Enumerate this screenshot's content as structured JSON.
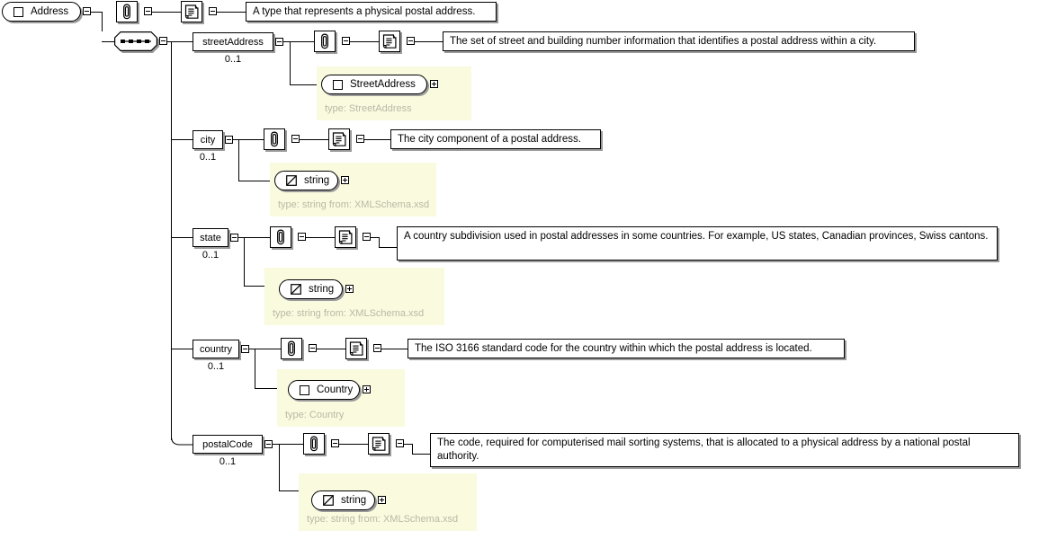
{
  "diagram": {
    "kind": "xml-schema-diagram",
    "root": {
      "name": "Address",
      "glyph": "complex-type-square",
      "annotation_icon": "paperclip-icon",
      "documentation_icon": "documentation-icon",
      "documentation": "A type that represents a physical postal address."
    },
    "compositor": {
      "type": "sequence",
      "glyph": "sequence-dots"
    },
    "elements": [
      {
        "name": "streetAddress",
        "cardinality": "0..1",
        "annotation_icon": "paperclip-icon",
        "documentation_icon": "documentation-icon",
        "documentation": "The set of street and building number information that identifies a postal address within a city.",
        "type_ref": {
          "label": "StreetAddress",
          "glyph": "complex-type-square",
          "caption": "type: StreetAddress",
          "expand": "plus"
        }
      },
      {
        "name": "city",
        "cardinality": "0..1",
        "annotation_icon": "paperclip-icon",
        "documentation_icon": "documentation-icon",
        "documentation": "The city component of a postal address.",
        "type_ref": {
          "label": "string",
          "glyph": "simple-type-diagonal",
          "caption": "type: string from: XMLSchema.xsd",
          "expand": "plus"
        }
      },
      {
        "name": "state",
        "cardinality": "0..1",
        "annotation_icon": "paperclip-icon",
        "documentation_icon": "documentation-icon",
        "documentation": "A country subdivision used in postal addresses in some countries. For example, US states, Canadian provinces, Swiss cantons.",
        "type_ref": {
          "label": "string",
          "glyph": "simple-type-diagonal",
          "caption": "type: string from: XMLSchema.xsd",
          "expand": "plus"
        }
      },
      {
        "name": "country",
        "cardinality": "0..1",
        "annotation_icon": "paperclip-icon",
        "documentation_icon": "documentation-icon",
        "documentation": "The ISO 3166 standard code for the country within which the postal address is located.",
        "type_ref": {
          "label": "Country",
          "glyph": "complex-type-square",
          "caption": "type: Country",
          "expand": "plus"
        }
      },
      {
        "name": "postalCode",
        "cardinality": "0..1",
        "annotation_icon": "paperclip-icon",
        "documentation_icon": "documentation-icon",
        "documentation": "The code, required for computerised mail sorting systems, that is allocated to a physical address by a national postal authority.",
        "type_ref": {
          "label": "string",
          "glyph": "simple-type-diagonal",
          "caption": "type: string from: XMLSchema.xsd",
          "expand": "plus"
        }
      }
    ],
    "colors": {
      "background": "#ffffff",
      "line": "#000000",
      "shadow": "#9a9a9a",
      "type_panel": "#fafadf",
      "type_caption": "#b9b9a6"
    }
  }
}
